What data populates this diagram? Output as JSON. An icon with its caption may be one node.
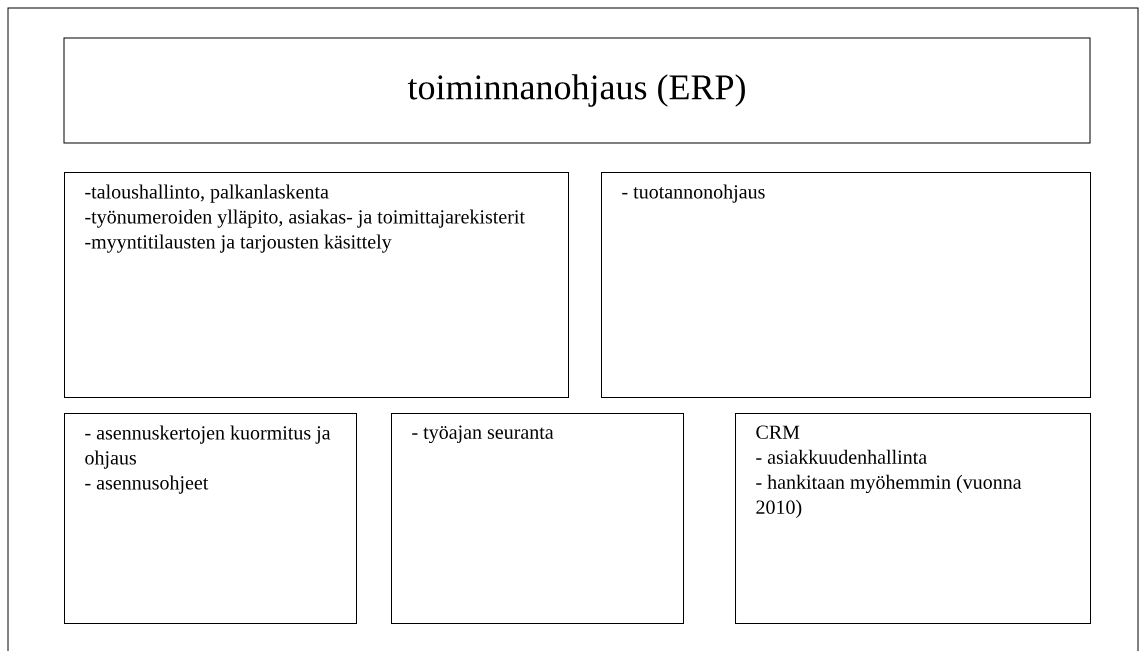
{
  "diagram": {
    "nodes": [
      {
        "text": [
          "toiminnanohjaus (ERP)"
        ]
      },
      {
        "text": [
          "-taloushallinto, palkanlaskenta",
          "-työnumeroiden ylläpito, asiakas- ja toimittajarekisterit",
          "-myyntitilausten ja tarjousten käsittely"
        ]
      },
      {
        "text": [
          "- tuotannonohjaus"
        ]
      },
      {
        "text": [
          "- asennuskertojen kuormitus ja ohjaus",
          "- asennusohjeet"
        ]
      },
      {
        "text": [
          "- työajan seuranta"
        ]
      },
      {
        "text": [
          "CRM",
          "- asiakkuudenhallinta",
          "- hankitaan myöhemmin (vuonna 2010)"
        ]
      }
    ]
  }
}
